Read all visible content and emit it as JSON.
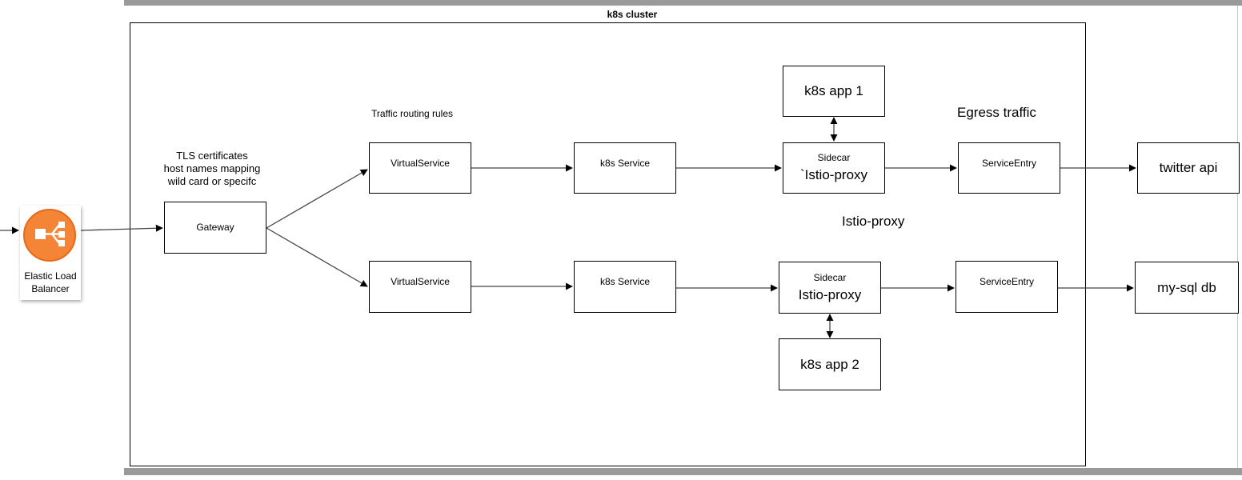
{
  "cluster": {
    "title": "k8s cluster"
  },
  "elb": {
    "label": "Elastic Load Balancer"
  },
  "notes": {
    "tls_line1": "TLS certificates",
    "tls_line2": "host names mapping",
    "tls_line3": "wild card or specifc",
    "traffic_routing": "Traffic routing rules",
    "egress": "Egress traffic",
    "istio_proxy": "Istio-proxy"
  },
  "boxes": {
    "gateway": "Gateway",
    "virtualservice_top": "VirtualService",
    "virtualservice_bottom": "VirtualService",
    "k8s_service_top": "k8s Service",
    "k8s_service_bottom": "k8s Service",
    "sidecar_top_title": "Sidecar",
    "sidecar_top_sub": "`Istio-proxy",
    "sidecar_bottom_title": "Sidecar",
    "sidecar_bottom_sub": "Istio-proxy",
    "k8s_app_1": "k8s app 1",
    "k8s_app_2": "k8s app 2",
    "serviceentry_top": "ServiceEntry",
    "serviceentry_bottom": "ServiceEntry",
    "twitter_api": "twitter api",
    "mysql_db": "my-sql db"
  },
  "colors": {
    "elb_orange": "#f58536",
    "frame_gray": "#9a9a9a",
    "line": "#444444"
  },
  "icons": {
    "elb": "elastic-load-balancer-icon"
  }
}
